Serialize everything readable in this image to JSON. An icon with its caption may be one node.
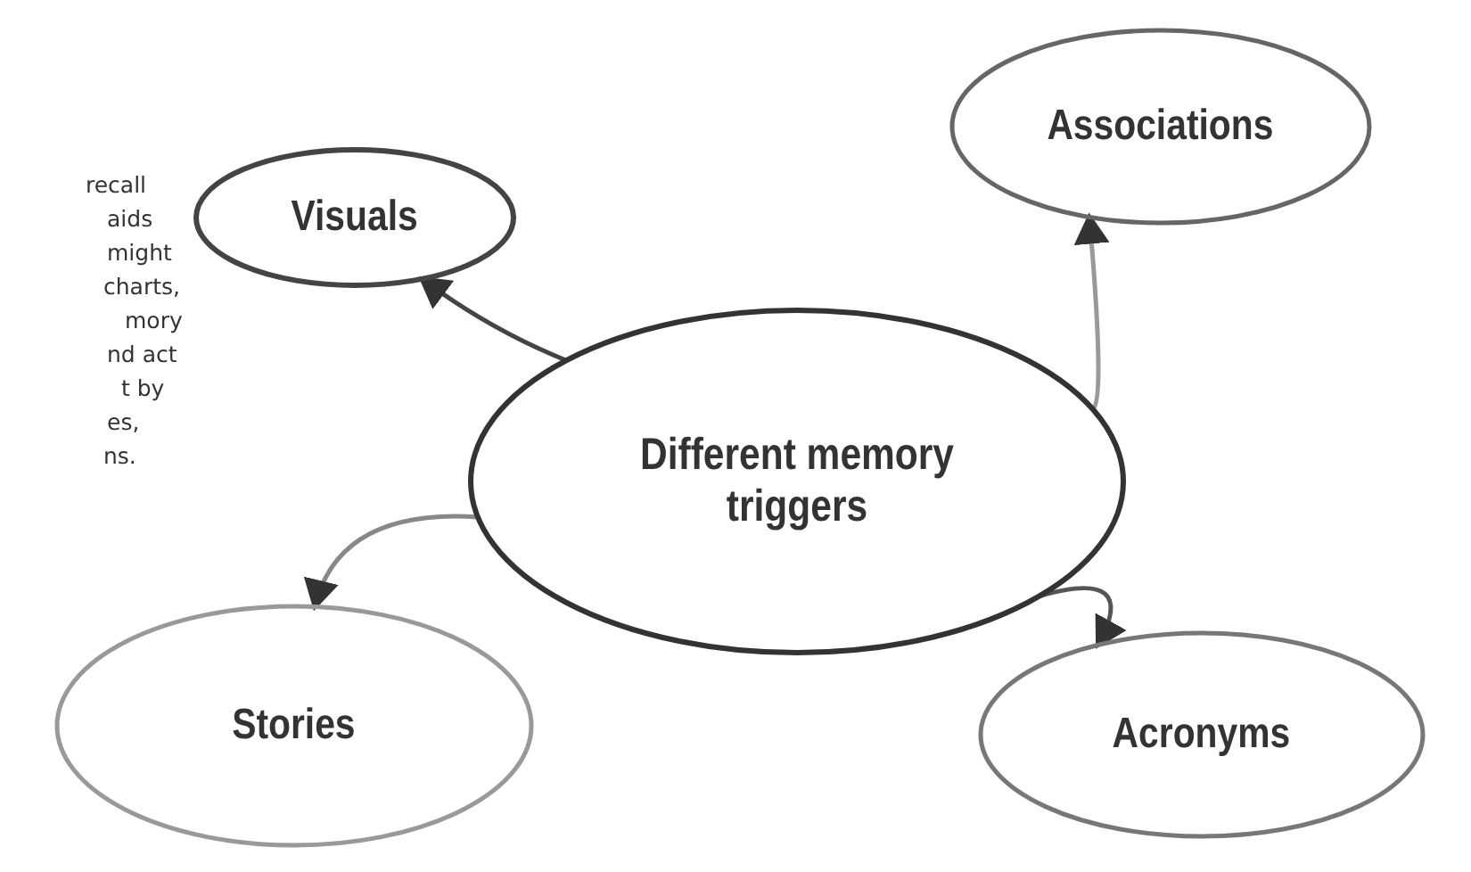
{
  "diagram": {
    "nodes": [
      {
        "text": [
          "Different memory triggers"
        ]
      },
      {
        "text": [
          "Visuals"
        ]
      },
      {
        "text": [
          "Associations"
        ]
      },
      {
        "text": [
          "Stories"
        ]
      },
      {
        "text": [
          "Acronyms"
        ]
      }
    ],
    "edges": [
      {
        "from": 0,
        "to": 1,
        "arrow": "to"
      },
      {
        "from": 0,
        "to": 2,
        "arrow": "to"
      },
      {
        "from": 0,
        "to": 3,
        "arrow": "to"
      },
      {
        "from": 0,
        "to": 4,
        "arrow": "to"
      }
    ],
    "labels": [
      "recall",
      "aids",
      "might",
      "charts,",
      "mory",
      "nd act",
      "t by",
      "es,",
      "ns."
    ]
  }
}
